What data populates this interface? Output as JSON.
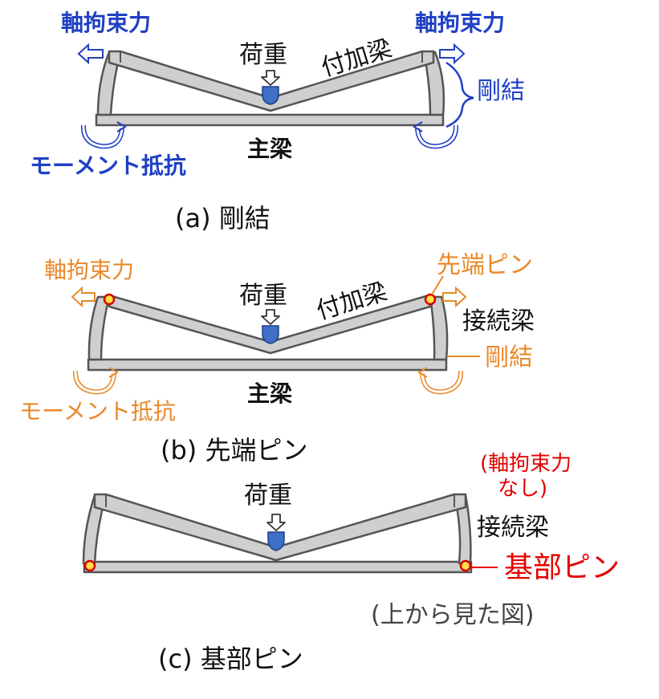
{
  "colors": {
    "blue": "#1f3fc4",
    "orange": "#e8892b",
    "red": "#e60000",
    "black": "#111111",
    "gray": "#444444",
    "beam_fill": "#cfcfcf",
    "beam_stroke": "#555555",
    "load_fill": "#3f6fc6",
    "pin_fill": "#ffe14a",
    "pin_stroke": "#d40000"
  },
  "panel_a": {
    "axial_left": "軸拘束力",
    "axial_right": "軸拘束力",
    "load": "荷重",
    "added_beam": "付加梁",
    "rigid": "剛結",
    "main_beam": "主梁",
    "moment": "モーメント抵抗",
    "caption": "(a) 剛結"
  },
  "panel_b": {
    "axial_left": "軸拘束力",
    "tip_pin": "先端ピン",
    "load": "荷重",
    "added_beam": "付加梁",
    "connecting_beam": "接続梁",
    "rigid": "剛結",
    "main_beam": "主梁",
    "moment": "モーメント抵抗",
    "caption": "(b) 先端ピン"
  },
  "panel_c": {
    "no_axial_line1": "(軸拘束力",
    "no_axial_line2": "なし)",
    "load": "荷重",
    "connecting_beam": "接続梁",
    "base_pin": "基部ピン",
    "view_note": "(上から見た図)",
    "caption": "(c) 基部ピン"
  }
}
